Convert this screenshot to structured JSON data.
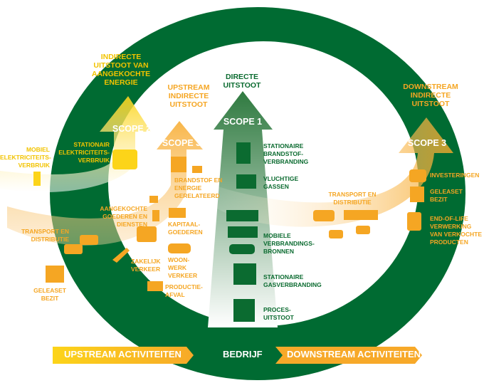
{
  "colors": {
    "green": "#006b32",
    "yellow": "#fcd419",
    "orange": "#f7a929",
    "white": "#ffffff"
  },
  "scope2": {
    "heading": "INDIRECTE UITSTOOT VAN AANGEKOCHTE ENERGIE",
    "label": "SCOPE 2",
    "items": [
      "STATIONAIR ELEKTRICITEITS-VERBRUIK",
      "MOBIEL ELEKTRICITEITS-VERBRUIK"
    ]
  },
  "scope3_up": {
    "heading": "UPSTREAM INDIRECTE UITSTOOT",
    "label": "SCOPE 3",
    "items": [
      "BRANDSTOF EN ENERGIE GERELATEERD",
      "AANGEKOCHTE GOEDEREN EN DIENSTEN",
      "KAPITAAL-GOEDEREN",
      "TRANSPORT EN DISTRIBUTIE",
      "ZAKELIJK VERKEER",
      "WOON-WERK VERKEER",
      "GELEASET BEZIT",
      "PRODUCTIE-AFVAL"
    ]
  },
  "scope1": {
    "heading": "DIRECTE UITSTOOT",
    "label": "SCOPE 1",
    "items": [
      "STATIONAIRE BRANDSTOF-VERBRANDING",
      "VLUCHTIGE GASSEN",
      "MOBIELE VERBRANDINGS-BRONNEN",
      "STATIONAIRE GASVERBRANDING",
      "PROCES-UITSTOOT"
    ]
  },
  "scope3_down": {
    "heading": "DOWNSTREAM INDIRECTE UITSTOOT",
    "label": "SCOPE 3",
    "items": [
      "INVESTERINGEN",
      "GELEASET BEZIT",
      "END-OF-LIFE VERWERKING VAN VERKOCHTE PRODUCTEN",
      "TRANSPORT EN DISTRIBUTIE"
    ]
  },
  "bottom": {
    "upstream": "UPSTREAM ACTIVITEITEN",
    "company": "BEDRIJF",
    "downstream": "DOWNSTREAM ACTIVITEITEN"
  },
  "icons": [
    "ev-charger-icon",
    "power-plant-icon",
    "oil-pump-icon",
    "coal-cart-icon",
    "computer-icon",
    "trash-bin-icon",
    "bag-icon",
    "container-icon",
    "van-icon",
    "plane-icon",
    "car-icon",
    "building-icon",
    "waste-cart-icon",
    "boiler-icon",
    "excavator-icon",
    "garbage-truck-icon",
    "truck-icon",
    "factory-icon",
    "ship-icon",
    "money-icon",
    "bin-icon"
  ]
}
